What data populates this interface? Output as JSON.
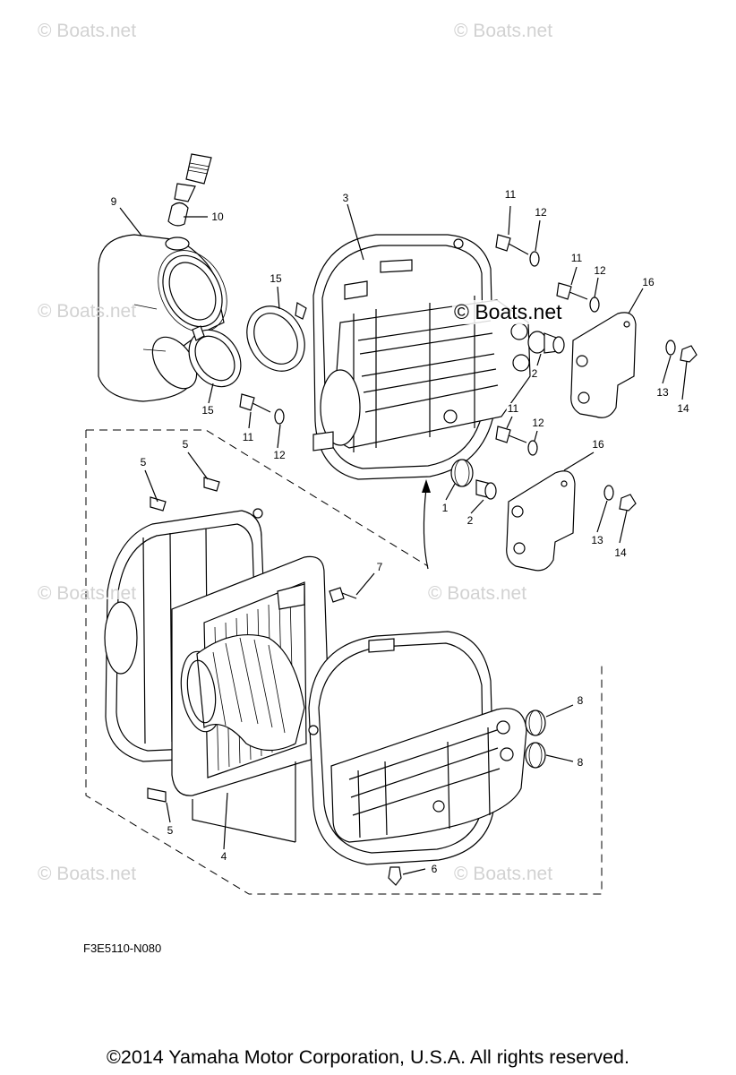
{
  "watermarks": {
    "faint": "© Boats.net",
    "strong": "© Boats.net"
  },
  "callouts": {
    "p1": "1",
    "p2": "2",
    "p3": "3",
    "p4": "4",
    "p5": "5",
    "p6": "6",
    "p7": "7",
    "p8": "8",
    "p9": "9",
    "p10": "10",
    "p11": "11",
    "p12": "12",
    "p13": "13",
    "p14": "14",
    "p15": "15",
    "p16": "16"
  },
  "diagram_code": "F3E5110-N080",
  "copyright": "©2014 Yamaha Motor Corporation, U.S.A. All rights reserved.",
  "colors": {
    "line": "#000000",
    "watermark": "#d2d2d2",
    "background": "#ffffff"
  }
}
